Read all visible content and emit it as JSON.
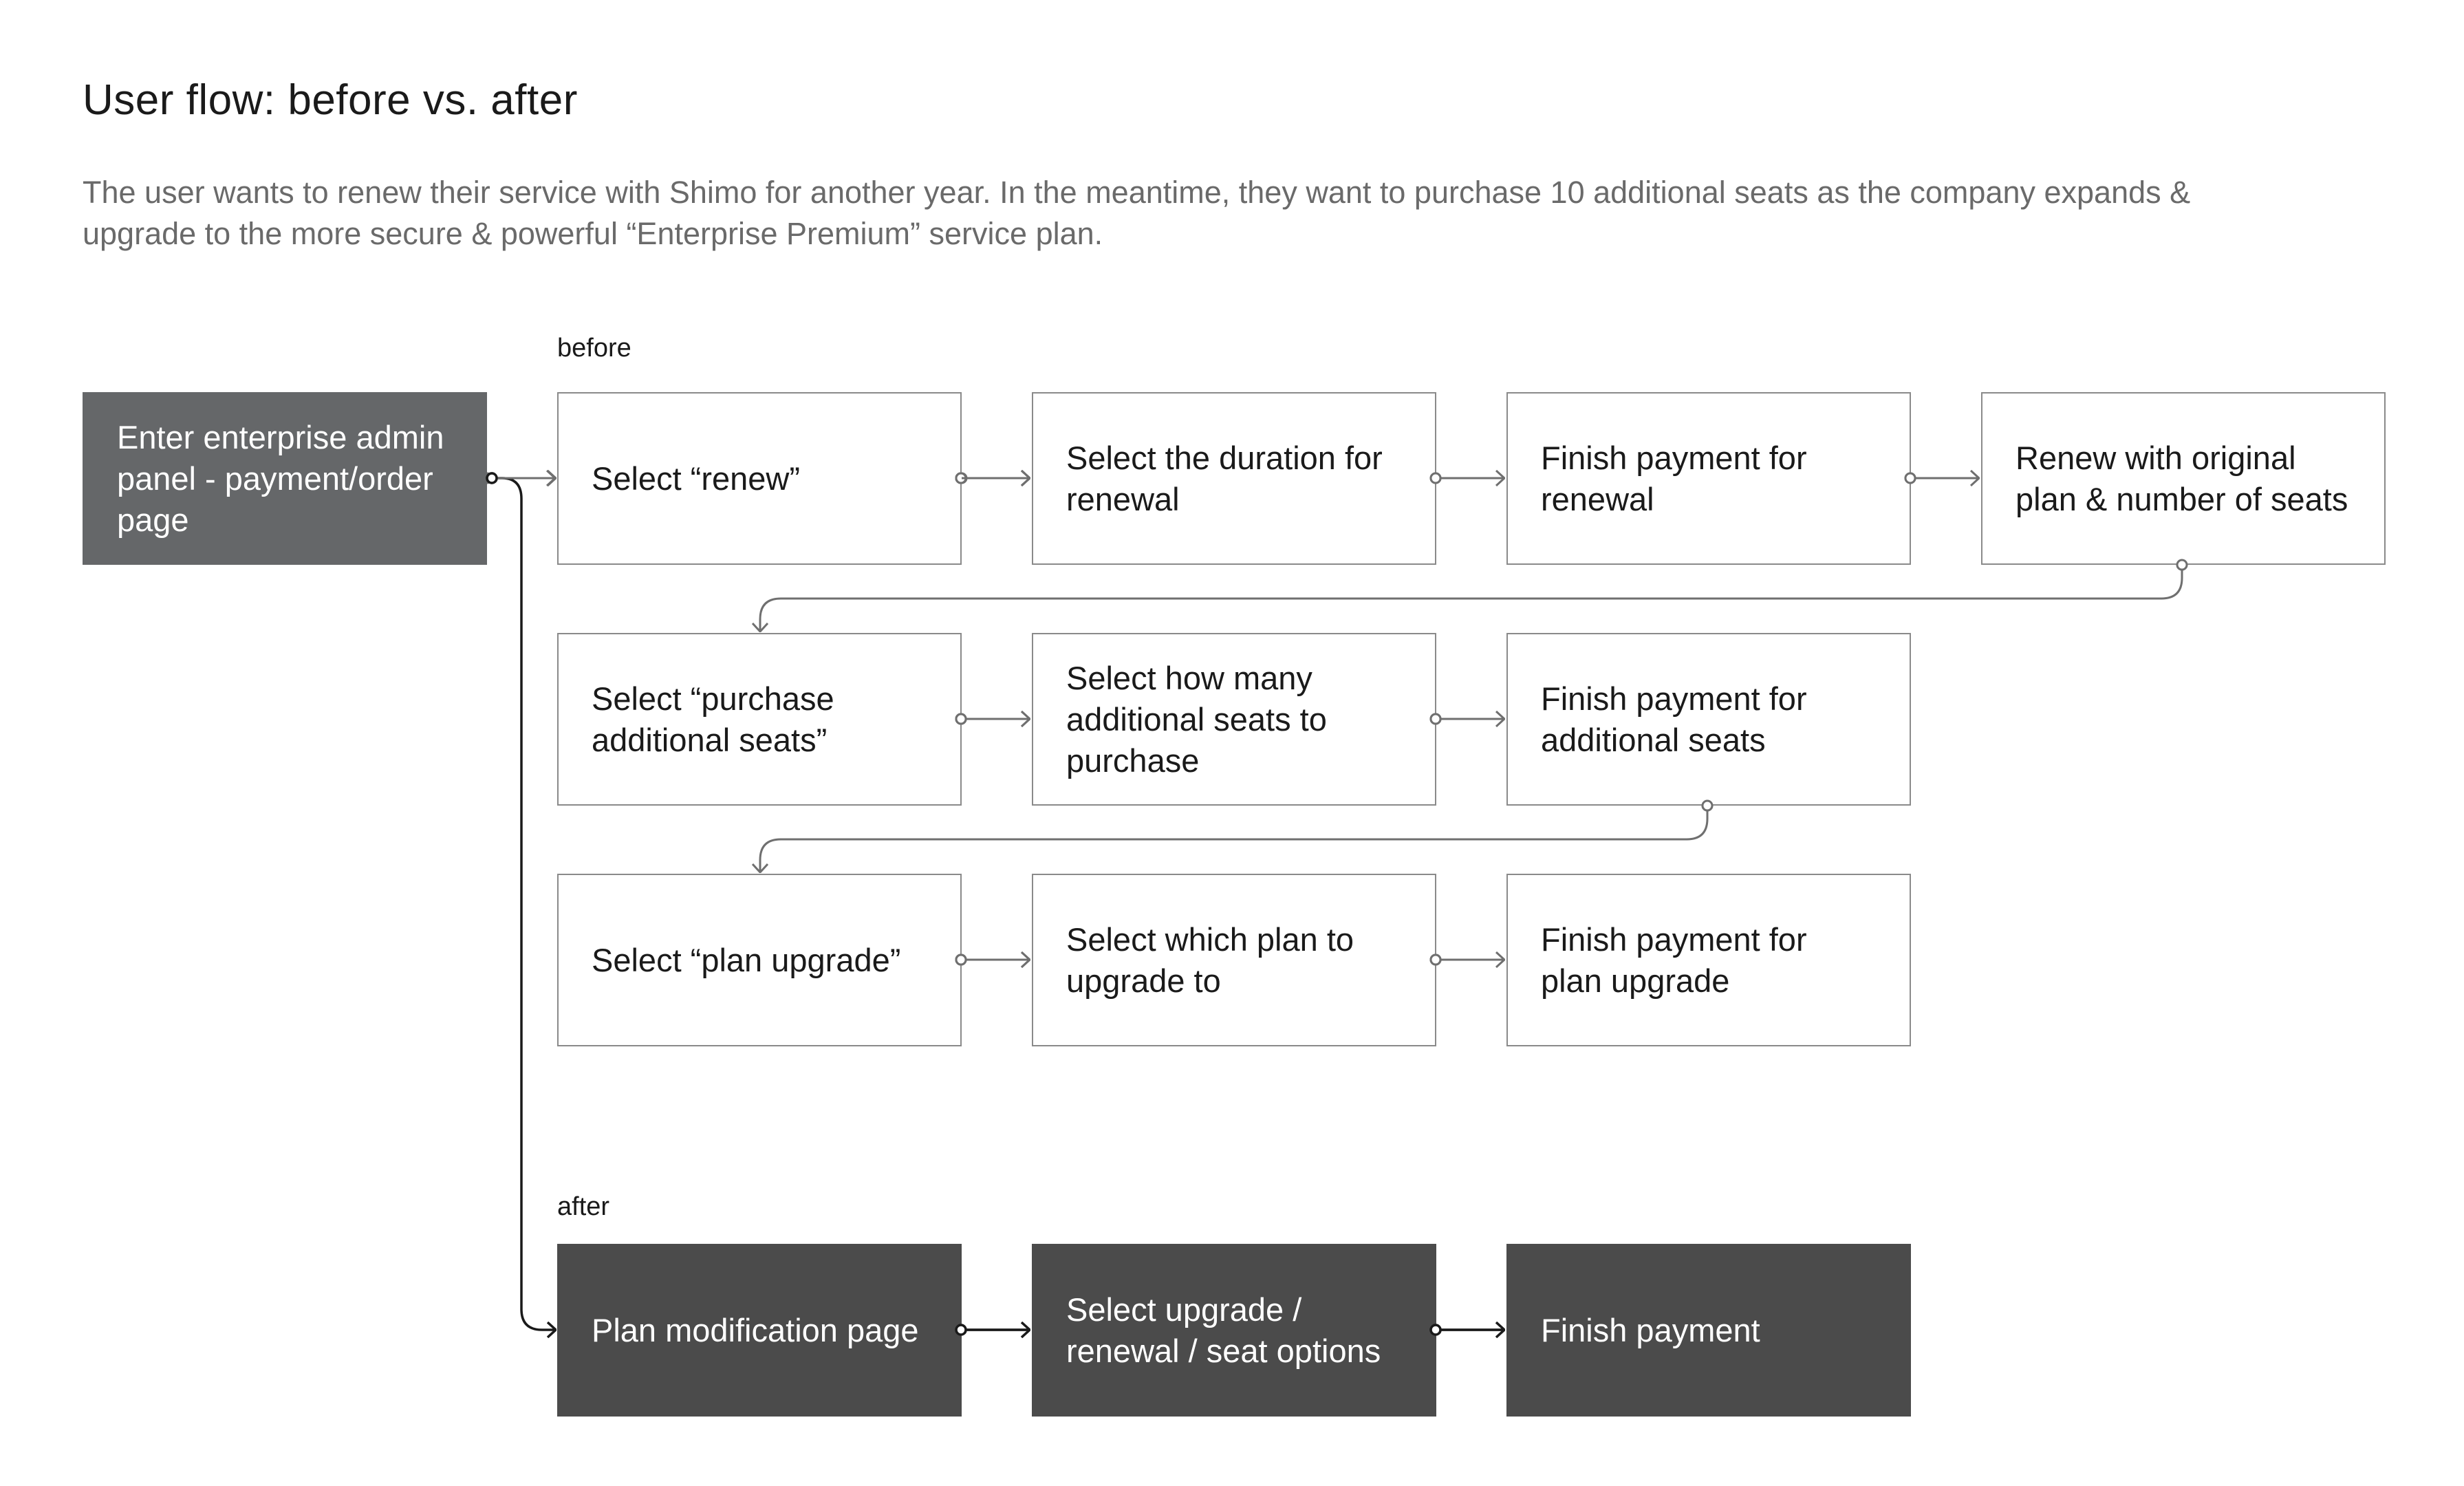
{
  "title": "User flow: before vs. after",
  "description": "The user wants to renew their service with Shimo for another year. In the meantime, they want to purchase 10 additional seats as the company expands & upgrade to the more secure & powerful “Enterprise Premium” service plan.",
  "start": {
    "label": "Enter enterprise admin panel - payment/order page"
  },
  "before": {
    "label": "before",
    "rows": [
      [
        {
          "label": "Select “renew”"
        },
        {
          "label": "Select the duration for renewal"
        },
        {
          "label": "Finish payment for renewal"
        },
        {
          "label": "Renew with original plan & number of seats"
        }
      ],
      [
        {
          "label": "Select “purchase additional seats”"
        },
        {
          "label": "Select how many additional seats to purchase"
        },
        {
          "label": "Finish payment for additional seats"
        }
      ],
      [
        {
          "label": "Select “plan upgrade”"
        },
        {
          "label": "Select which plan to upgrade to"
        },
        {
          "label": "Finish payment for plan upgrade"
        }
      ]
    ]
  },
  "after": {
    "label": "after",
    "steps": [
      {
        "label": "Plan modification page"
      },
      {
        "label": "Select upgrade / renewal / seat options"
      },
      {
        "label": "Finish payment"
      }
    ]
  },
  "colors": {
    "start_fill": "#656769",
    "after_fill": "#4b4b4b",
    "before_border": "#8a8a8a",
    "before_connector": "#6f6f6f",
    "after_connector": "#1a1a1a"
  }
}
